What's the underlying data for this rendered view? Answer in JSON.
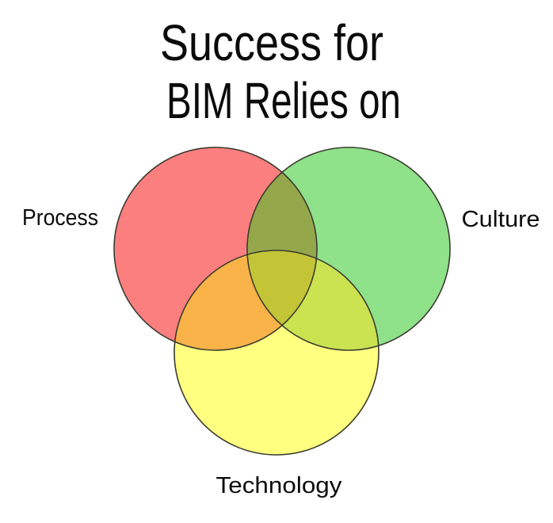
{
  "page": {
    "background_color": "#ffffff",
    "text_color": "#0b0b0b"
  },
  "title": {
    "line1": "Success for",
    "line2": "BIM Relies on"
  },
  "diagram": {
    "type": "venn",
    "outline_color": "#3b3b30",
    "sets": [
      {
        "id": "process",
        "label": "Process",
        "color": "#FB7F7F",
        "label_side": "left"
      },
      {
        "id": "culture",
        "label": "Culture",
        "color": "#8FE18A",
        "label_side": "right"
      },
      {
        "id": "technology",
        "label": "Technology",
        "color": "#FFFF80",
        "label_side": "bottom"
      }
    ],
    "overlaps": {
      "process_culture": {
        "sets": [
          "Process",
          "Culture"
        ],
        "color": "#95A74B"
      },
      "process_technology": {
        "sets": [
          "Process",
          "Technology"
        ],
        "color": "#F9B348"
      },
      "culture_technology": {
        "sets": [
          "Culture",
          "Technology"
        ],
        "color": "#CBE351"
      },
      "all_three": {
        "sets": [
          "Process",
          "Culture",
          "Technology"
        ],
        "color": "#C3C537"
      }
    }
  }
}
